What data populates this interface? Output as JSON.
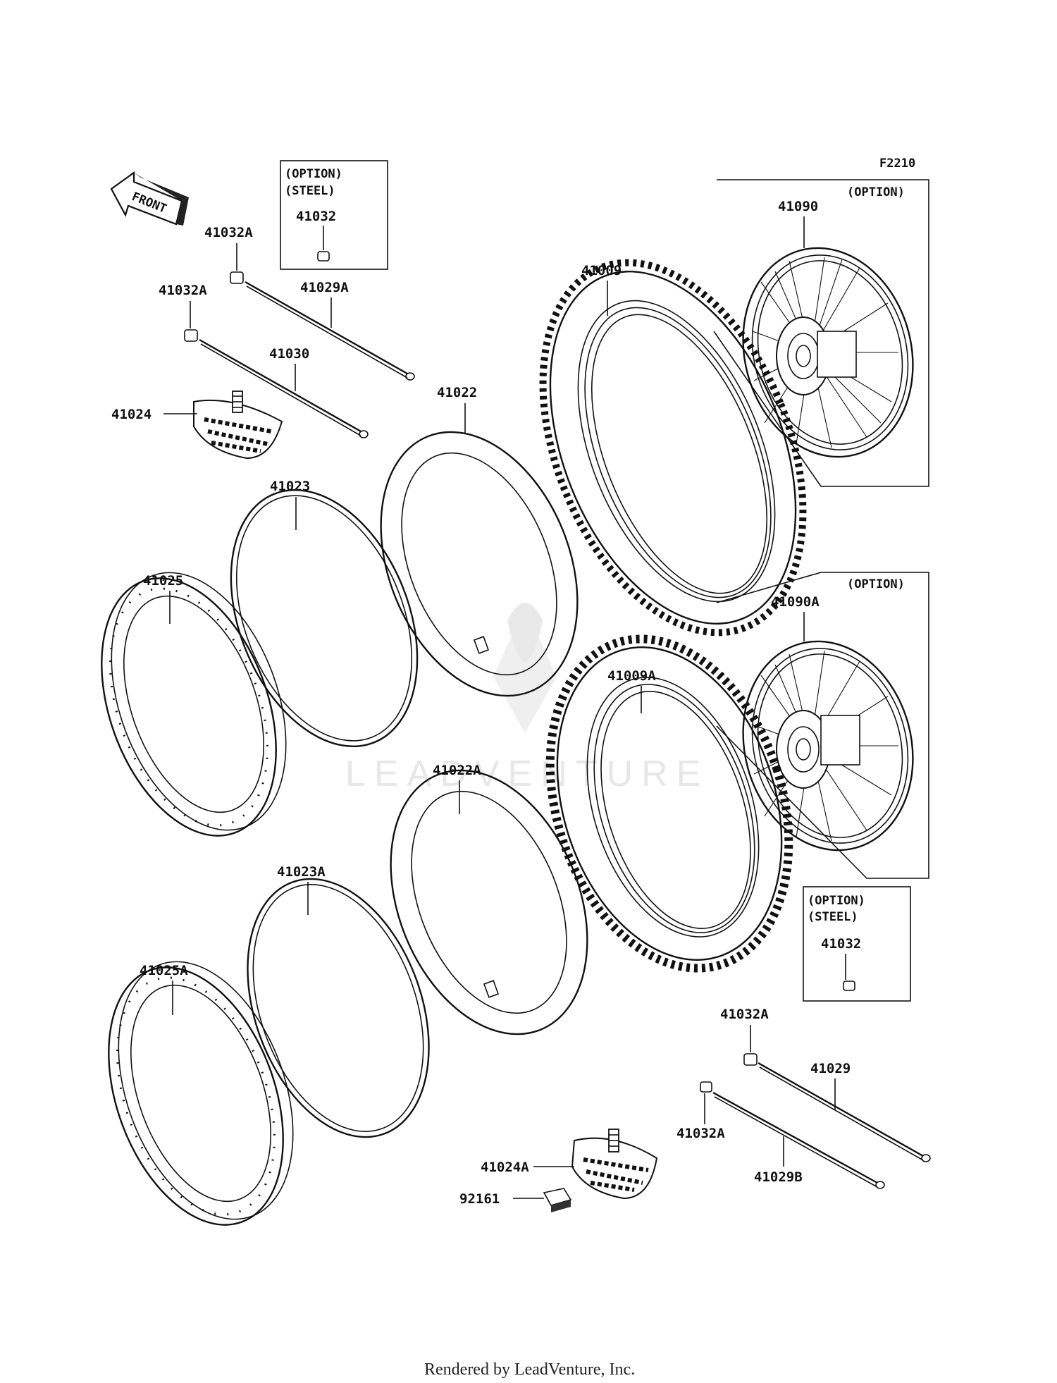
{
  "diagram_code": "F2210",
  "front_arrow_label": "FRONT",
  "option_labels": {
    "option": "(OPTION)",
    "steel": "(STEEL)"
  },
  "parts": {
    "p41032A_a": "41032A",
    "p41032A_b": "41032A",
    "p41032A_c": "41032A",
    "p41032A_d": "41032A",
    "p41029A": "41029A",
    "p41030": "41030",
    "p41024": "41024",
    "p41022": "41022",
    "p41023": "41023",
    "p41025": "41025",
    "p41009": "41009",
    "p41090": "41090",
    "p41090A": "41090A",
    "p41009A": "41009A",
    "p41022A": "41022A",
    "p41023A": "41023A",
    "p41025A": "41025A",
    "p41032_top": "41032",
    "p41032_bottom": "41032",
    "p41029": "41029",
    "p41029B": "41029B",
    "p41024A": "41024A",
    "p92161": "92161"
  },
  "watermark": "LEADVENTURE",
  "footer": "Rendered by LeadVenture, Inc."
}
